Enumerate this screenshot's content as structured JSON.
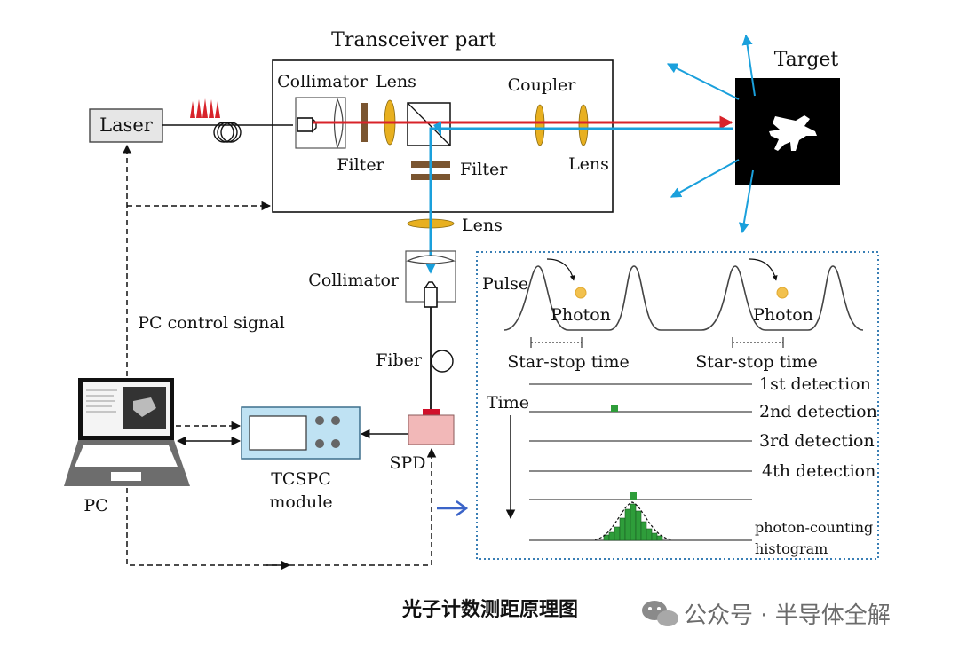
{
  "labels": {
    "transceiver": "Transceiver part",
    "target": "Target",
    "collimator_top": "Collimator",
    "lens_top": "Lens",
    "coupler": "Coupler",
    "filter_left": "Filter",
    "filter_mid": "Filter",
    "lens_right": "Lens",
    "lens_bottom": "Lens",
    "laser": "Laser",
    "collimator_mid": "Collimator",
    "pc_control": "PC control signal",
    "fiber": "Fiber",
    "tcspc_line1": "TCSPC",
    "tcspc_line2": "module",
    "spd": "SPD",
    "pc": "PC"
  },
  "inset": {
    "pulse": "Pulse",
    "photon_1": "Photon",
    "photon_2": "Photon",
    "startstop_1": "Star-stop time",
    "startstop_2": "Star-stop time",
    "time": "Time",
    "detections": [
      "1st detection",
      "2nd detection",
      "3rd detection",
      "4th detection"
    ],
    "histogram_line1": "photon-counting",
    "histogram_line2": "histogram"
  },
  "caption": "光子计数测距原理图",
  "watermark": "公众号 · 半导体全解",
  "colors": {
    "laser_red": "#d8232a",
    "return_blue": "#1aa0dc",
    "lens_gold": "#e8b020",
    "filter_brown": "#7a5530",
    "tcspc_fill": "#bfe2f3",
    "spd_fill": "#f2b8b8",
    "spd_cap": "#d0102a",
    "inset_border": "#3a7fb5",
    "histogram_green": "#2e9d3a",
    "hint_arrow": "#3b64c8"
  },
  "icons": {
    "pulse_train": "red-pulse-train-icon",
    "fiber_coil": "fiber-coil-icon",
    "target": "aircraft-target-icon",
    "pc": "laptop-icon",
    "photon": "photon-dot-icon"
  }
}
